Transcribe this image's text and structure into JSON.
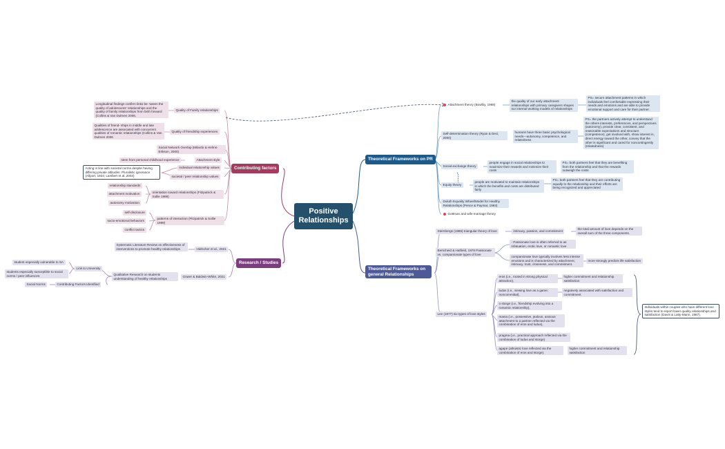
{
  "central": "Positive Relationships",
  "branches": {
    "contributing": "Contributing factors",
    "research": "Research / Studies",
    "pr": "Theoretical Frameworks on PR",
    "general": "Theoretical Frameworks on general Relationships"
  },
  "contributing": {
    "family": "Quality of Family relationships",
    "family_note": "Longitudinal findings confirm links be- tween the quality of adolescents' relationships and the quality of family relationships from birth forward (Collins & Van Dulmen 2006,",
    "friendship": "Quality of friendship experiences",
    "friendship_note": "Qualities of friend- ships in middle and late adolescence are associated with concurrent qualities of romantic relationships (Collins & Van Dulmen 2006",
    "social_network": "Social Network Overlap (Milardo & Helms-Erikson, 2000)",
    "attachment_style": "Attachment style",
    "attachment_note": "stem from personal childhood experience",
    "individual_values": "individual relationship values",
    "societal_values": "societal / peer relationship values",
    "norms_note": "Acting in line with societal norms despite having differing private attitudes: Pluralistic ignorance (Allport, 1924; Lambert et al.,2003)",
    "orientation": "orientation toward relationships (Fitzpatrick & Sollie 1999)",
    "orientation_items": [
      "relationship standards",
      "attachment motivation",
      "autonomy motivation"
    ],
    "interaction": "patterns of interaction (Fitzpatrick & Sollie 1999)",
    "interaction_items": [
      "self-disclosure",
      "socio-emotional behaviors",
      "conflict tactics"
    ]
  },
  "research": {
    "hielscher": "Hielscher et al., 2021",
    "hielscher_note": "Systematic Literature Review on effectiveness of interventions to promote healthy relationships",
    "gower": "Gower & Baldwin-White, 2021",
    "gower_note": "Qualitative Research on students understanding of healthy relationships",
    "link": "Link to University",
    "link_items": [
      "student especially vulnerable to SA",
      "students especially susceptible to social norms / peer influences"
    ],
    "factors": "Contributing Factors Identified",
    "factors_item": "Social Norms"
  },
  "pr": {
    "attachment": "Attachment theory  (Bowlby, 1969)",
    "attachment_desc": "the quality of our early attachment relationships with primary caregivers shapes our internal working models of relationships",
    "attachment_ps": "PS= secure attachment patterns in which individuals feel comfortable expressing their needs and emotions and are able to provide emotional support and care for their partner.",
    "sdt": "Self-determination theory (Ryan & Deci, 2000)",
    "sdt_desc": "humans have three basic psychological needs—autonomy, competence, and relatedness",
    "sdt_ps": "PS= the partners actively attempt to understand the others interests, preferences, and perspectives (autonomy), provide clear, consistent, and reasonable expectations and structure (competence), get involved with, show interest in, direct energy toward the other, convey that the other is significant and cared for noncontingently (relatedness)",
    "exchange": "Social-exchange theory",
    "exchange_desc": "people engage in social relationships to maximize their rewards and minimize their costs",
    "exchange_ps": "PS= both partners feel that they are benefiting from the relationship and that the rewards outweigh the costs",
    "equity": "Equity theory",
    "equity_desc": "people are motivated to maintain relationships in which the benefits and costs are distributed fairly",
    "equity_ps": "PS= both partners feel that they are contributing equally to the relationship and their efforts are being recognized and appreciated",
    "duluth": "Duluth Equality Wheel/Model for Healthy Relationships (Pence & Paymar, 1993)",
    "gottman": "Gottman and wife marriage theory"
  },
  "general": {
    "sternberg": "Sternbergs (1986) triangular theory of love",
    "sternberg_desc": "intimacy, passion, and commitment",
    "sternberg_note": "the total amount of love depends on the overall sum of the three components.",
    "berscheid": "Berscheid & Hatfield, 1978 Passionate vs. companionate types of love",
    "passionate": "- Passionate love is often referred to as infatuation, erotic love, or romantic love",
    "companionate": "companionate love typically involves less intense emotions and is characterized by attachment, intimacy, trust, closeness, and commitment.",
    "companionate_note": "more strongly predicts life satisfaction",
    "lee": "Lee (1977) six types of love styles",
    "eros": "eros (i.e., rooted in strong physical attraction),",
    "eros_note": "higher commitment and relationship satisfaction",
    "ludus": "ludus (i.e., viewing love as a game; noncommittal),",
    "ludus_note": "negatively associated with satisfaction and commitment",
    "storge": "o storge (i.e., friendship evolving into a romantic relationship),",
    "mania": "mania (i.e., possessive, jealous, anxious attachment to a partner reflected via the combination of eros and ludus),",
    "pragma": "pragma (i.e., practical approach reflected via the combination of ludus and storge)",
    "agape": "agape (altruistic love reflected via the combination of eros and storge).",
    "agape_note": "higher commitment and relationship satisfaction",
    "couples_note": "Individuals within couples who have different love styles tend to report lower quality relationships and satisfaction (Davis & Latty-Mann, 1987)."
  },
  "colors": {
    "central": "#25506b",
    "contributing": "#a63a5e",
    "research": "#7a3d7e",
    "pr": "#1d5a8a",
    "general": "#4e5a98",
    "marker": "#e0405a"
  }
}
